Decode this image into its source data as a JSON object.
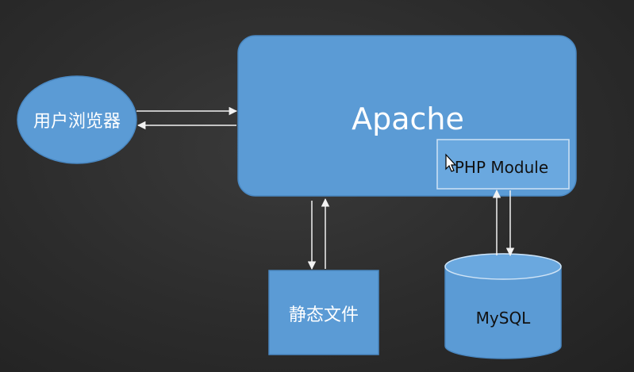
{
  "colors": {
    "background": "#2e2e2e",
    "box_fill": "#5b9bd5",
    "box_stroke": "#4a88c2",
    "module_fill": "#6aa8df",
    "module_stroke": "#cfe3f5",
    "arrow": "#f2f2f2",
    "text_light": "#ffffff",
    "text_dark": "#111111"
  },
  "nodes": {
    "browser": {
      "label": "用户浏览器"
    },
    "apache": {
      "label": "Apache"
    },
    "php_module": {
      "label": "PHP Module"
    },
    "static_files": {
      "label": "静态文件"
    },
    "mysql": {
      "label": "MySQL"
    }
  },
  "edges": [
    {
      "from": "browser",
      "to": "apache"
    },
    {
      "from": "apache",
      "to": "browser"
    },
    {
      "from": "apache",
      "to": "static_files"
    },
    {
      "from": "static_files",
      "to": "apache"
    },
    {
      "from": "php_module",
      "to": "mysql"
    },
    {
      "from": "mysql",
      "to": "php_module"
    }
  ]
}
